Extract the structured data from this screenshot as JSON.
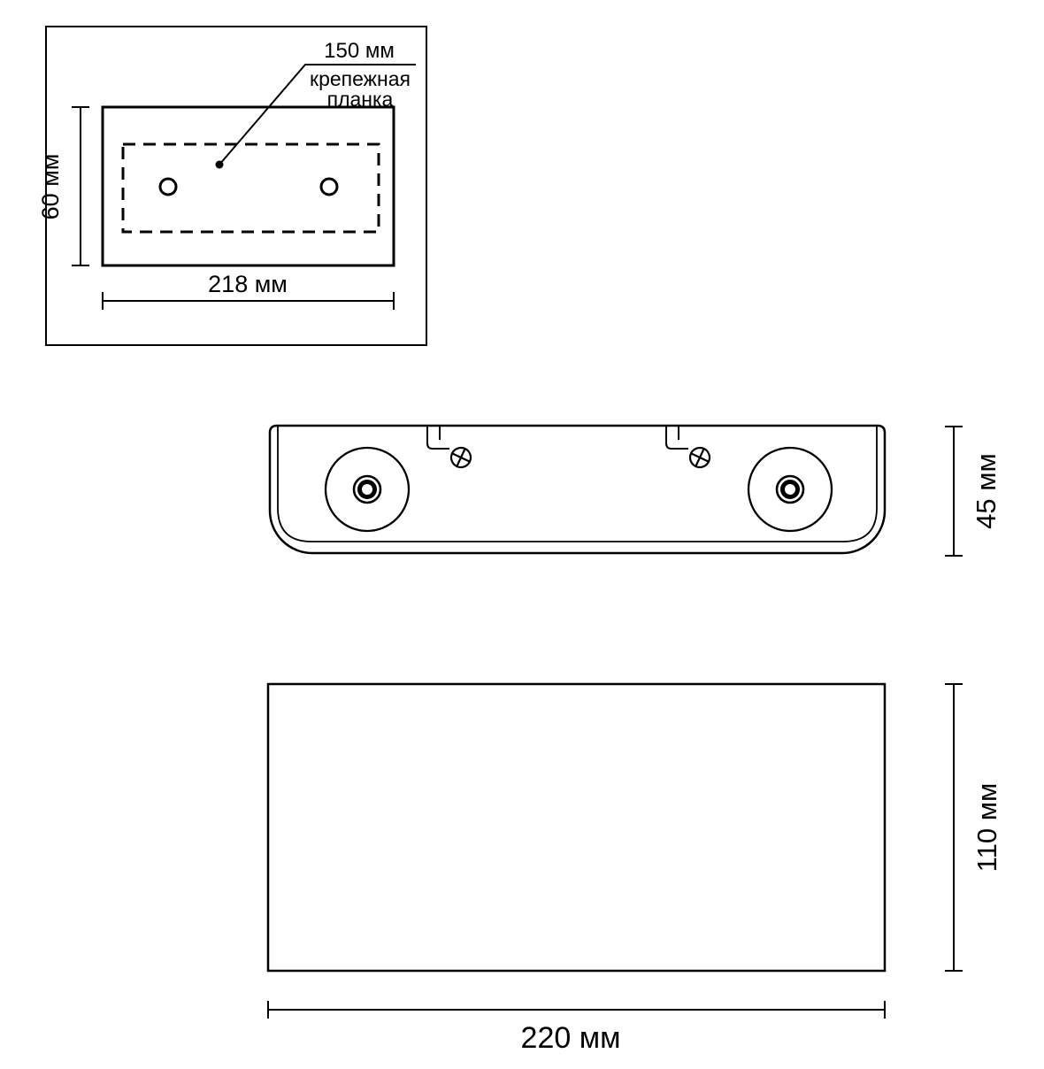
{
  "colors": {
    "ink": "#000000",
    "background": "#ffffff"
  },
  "top_view": {
    "hole_spacing_label": "150 мм",
    "plate_annotation_line1": "крепежная",
    "plate_annotation_line2": "планка",
    "height_label": "60 мм",
    "width_label": "218 мм"
  },
  "side_view": {
    "height_label": "45 мм"
  },
  "front_view": {
    "height_label": "110 мм",
    "width_label": "220 мм"
  }
}
